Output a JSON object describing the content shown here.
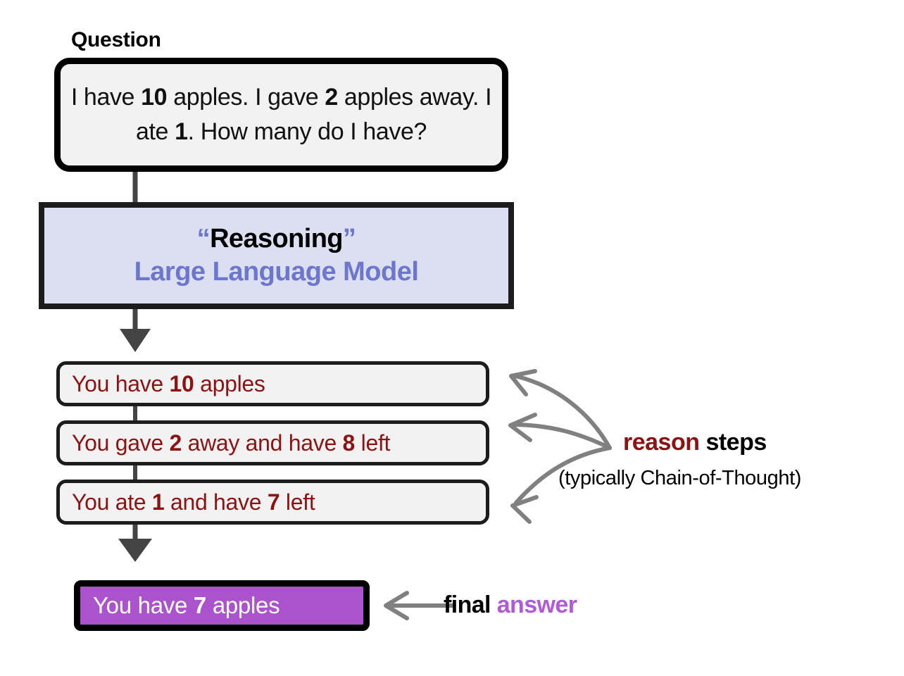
{
  "diagram": {
    "title_label": "Question",
    "question": {
      "prefix": "I have ",
      "n1": "10",
      "mid1": " apples. I gave ",
      "n2": "2",
      "mid2": " apples away. I ate ",
      "n3": "1",
      "suffix": ". How many do I have?",
      "full_text": "I have 10 apples. I gave 2 apples away. I ate 1. How many do I have?"
    },
    "llm": {
      "open_quote": "“",
      "reasoning_word": "Reasoning",
      "close_quote": "”",
      "model_name": "Large Language Model"
    },
    "steps": [
      {
        "id": "step-0",
        "prefix": "You have ",
        "number": "10",
        "suffix": " apples",
        "full_text": "You have 10 apples"
      },
      {
        "id": "step-1",
        "prefix": "You gave ",
        "number": "2",
        "mid": " away and have ",
        "number2": "8",
        "suffix": " left",
        "full_text": "You gave 2 away and have 8 left"
      },
      {
        "id": "step-2",
        "prefix": "You ate ",
        "number": "1",
        "mid": " and have ",
        "number2": "7",
        "suffix": " left",
        "full_text": "You ate 1 and have 7 left"
      }
    ],
    "final_answer": {
      "prefix": "You have ",
      "number": "7",
      "suffix": " apples",
      "full_text": "You have 7 apples"
    },
    "annotations": {
      "reason_word": "reason",
      "steps_word": " steps",
      "cot_note": "(typically Chain-of-Thought)",
      "final_word": "final",
      "answer_word": " answer"
    },
    "colors": {
      "step_red": "#8c1313",
      "llm_blue": "#6b76cc",
      "llm_fill": "#dcdef1",
      "answer_purple": "#b05ad8",
      "final_box_fill": "#ab52cd",
      "box_fill": "#f2f2f2",
      "border_black": "#000000",
      "arrow_gray": "#808080",
      "connector_gray": "#444444"
    }
  }
}
